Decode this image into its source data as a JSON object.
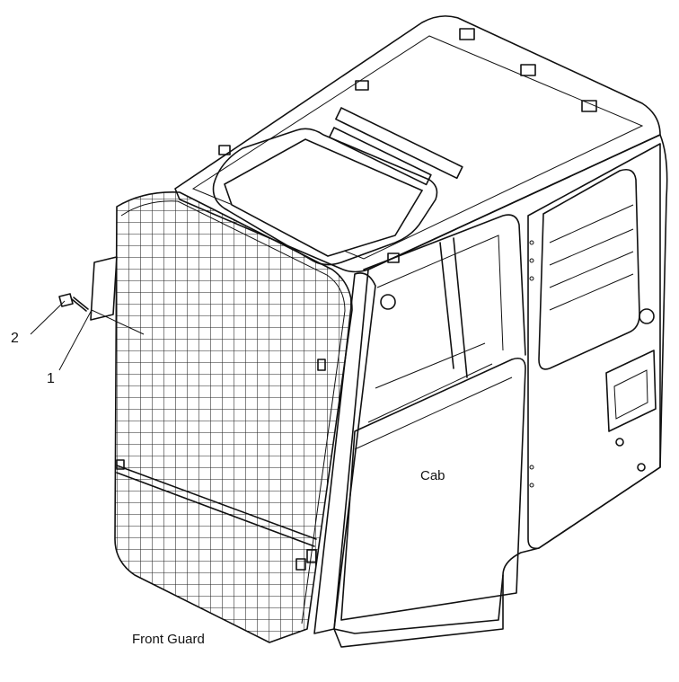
{
  "diagram": {
    "labels": {
      "part_2": "2",
      "part_1": "1",
      "cab": "Cab",
      "front_guard": "Front Guard"
    },
    "icons": [
      "bolt-icon",
      "plate-icon"
    ]
  }
}
